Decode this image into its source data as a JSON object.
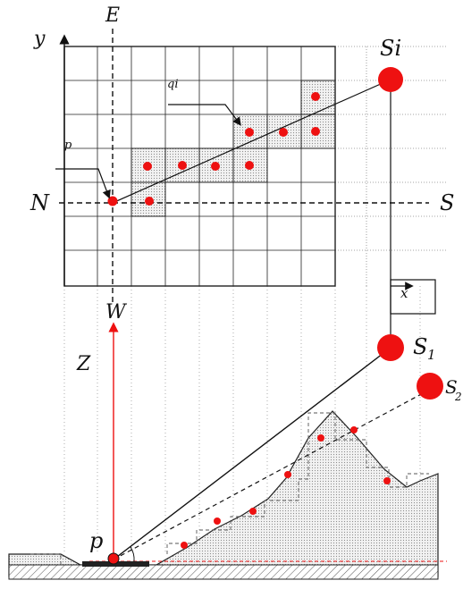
{
  "labels": {
    "y_axis": "y",
    "x_axis": "x",
    "north": "N",
    "south": "S",
    "east": "E",
    "west": "W",
    "sun_top": "Si",
    "qi": "qi",
    "p_top": "p",
    "z_axis": "Z",
    "p_bottom": "p",
    "sun1_base": "S",
    "sun1_sub": "1",
    "sun2_base": "S",
    "sun2_sub": "2"
  },
  "colors": {
    "red": "#ee1111",
    "grid": "#222222",
    "cell_fill": "#d9d9d9",
    "terrain_fill": "#e6e6e6"
  }
}
